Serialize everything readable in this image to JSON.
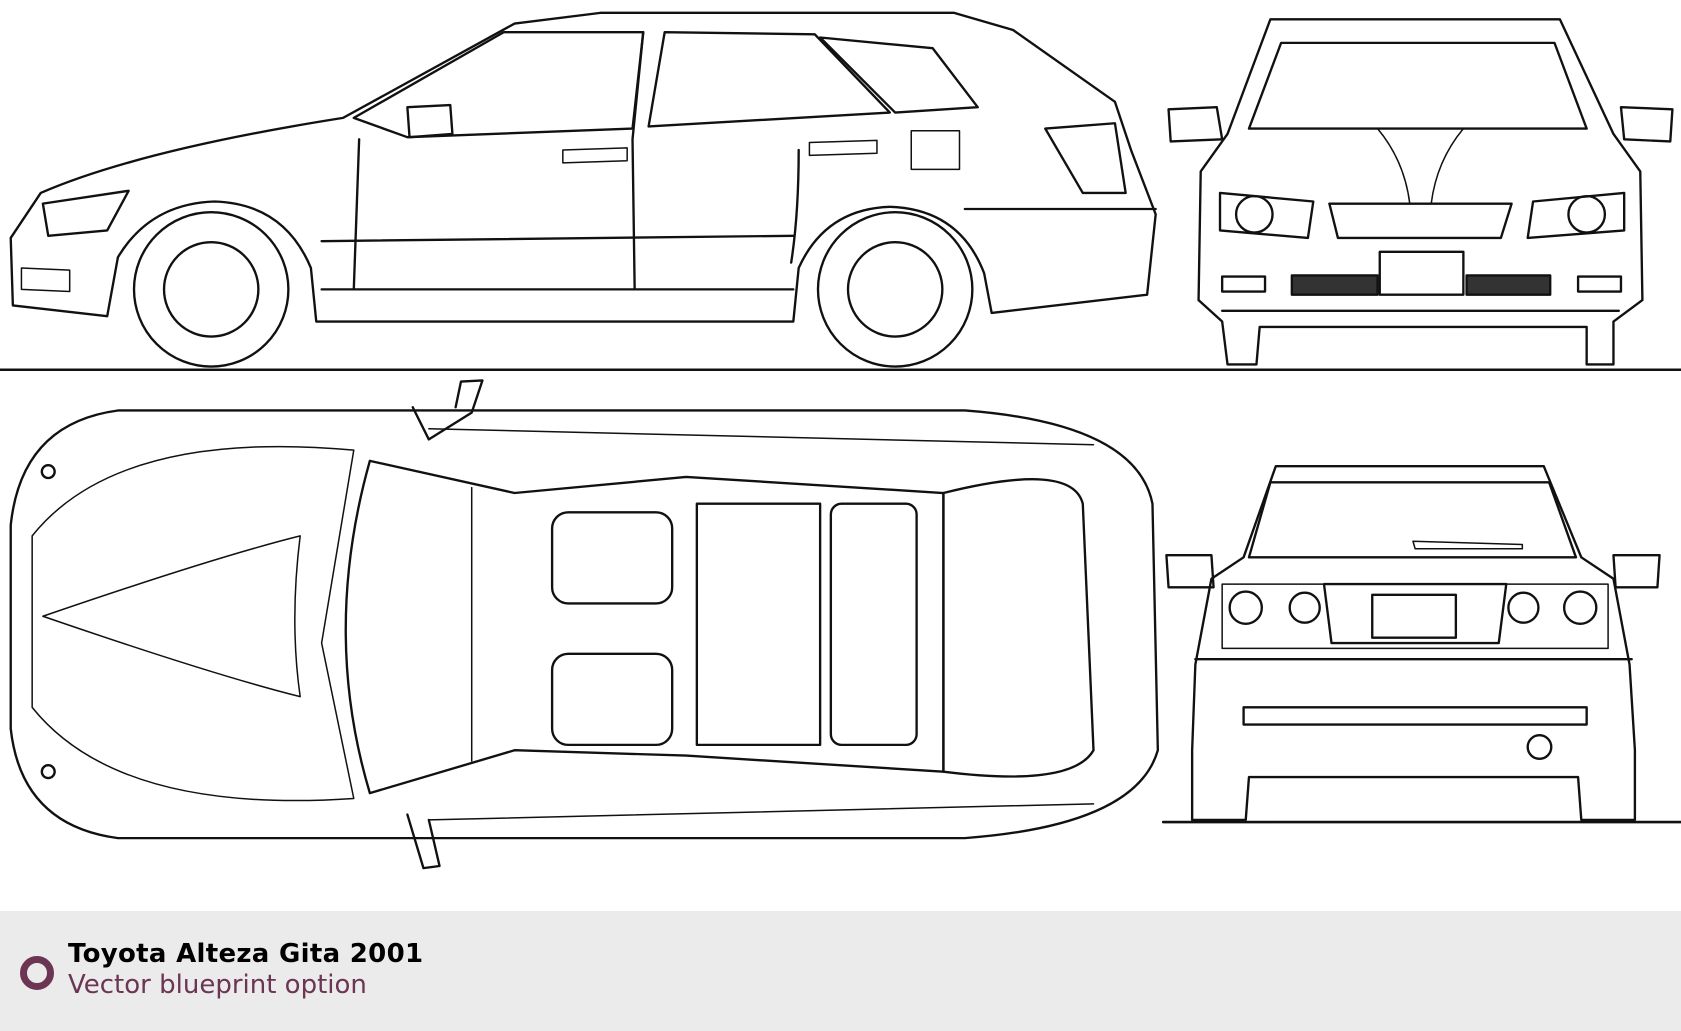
{
  "footer": {
    "title": "Toyota Alteza Gita 2001",
    "subtitle": "Vector blueprint option",
    "accent_color": "#6b3553",
    "icon": "ring-icon"
  },
  "blueprint": {
    "views": [
      "side",
      "front",
      "top",
      "rear"
    ]
  }
}
